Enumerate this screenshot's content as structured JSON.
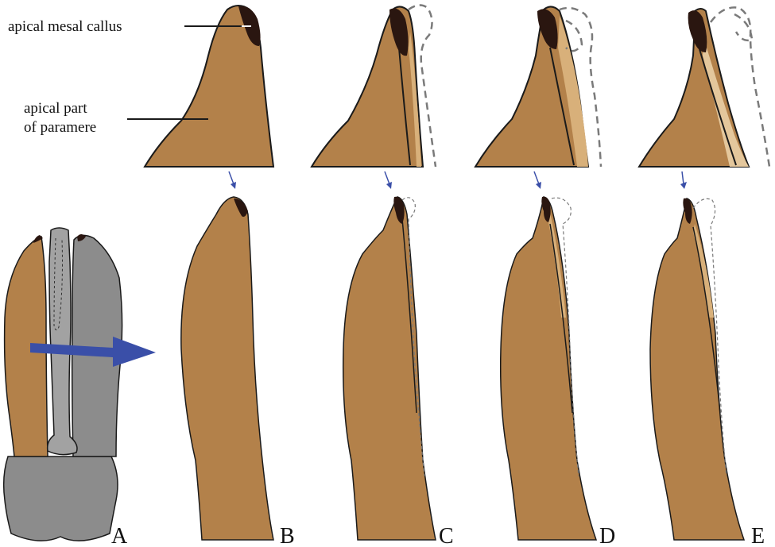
{
  "annotations": {
    "callus": "apical mesal callus",
    "apical_line1": "apical part",
    "apical_line2": "of paramere"
  },
  "panel_labels": [
    "A",
    "B",
    "C",
    "D",
    "E"
  ],
  "colors": {
    "paramere": "#b3814a",
    "paramere_light": "#d8b07a",
    "callus": "#2a1610",
    "grey_body": "#8c8c8c",
    "grey_mid": "#a2a2a2",
    "arrow": "#3a4fa8",
    "outline": "#1a1a1a",
    "dashed": "#7a7a7a"
  }
}
